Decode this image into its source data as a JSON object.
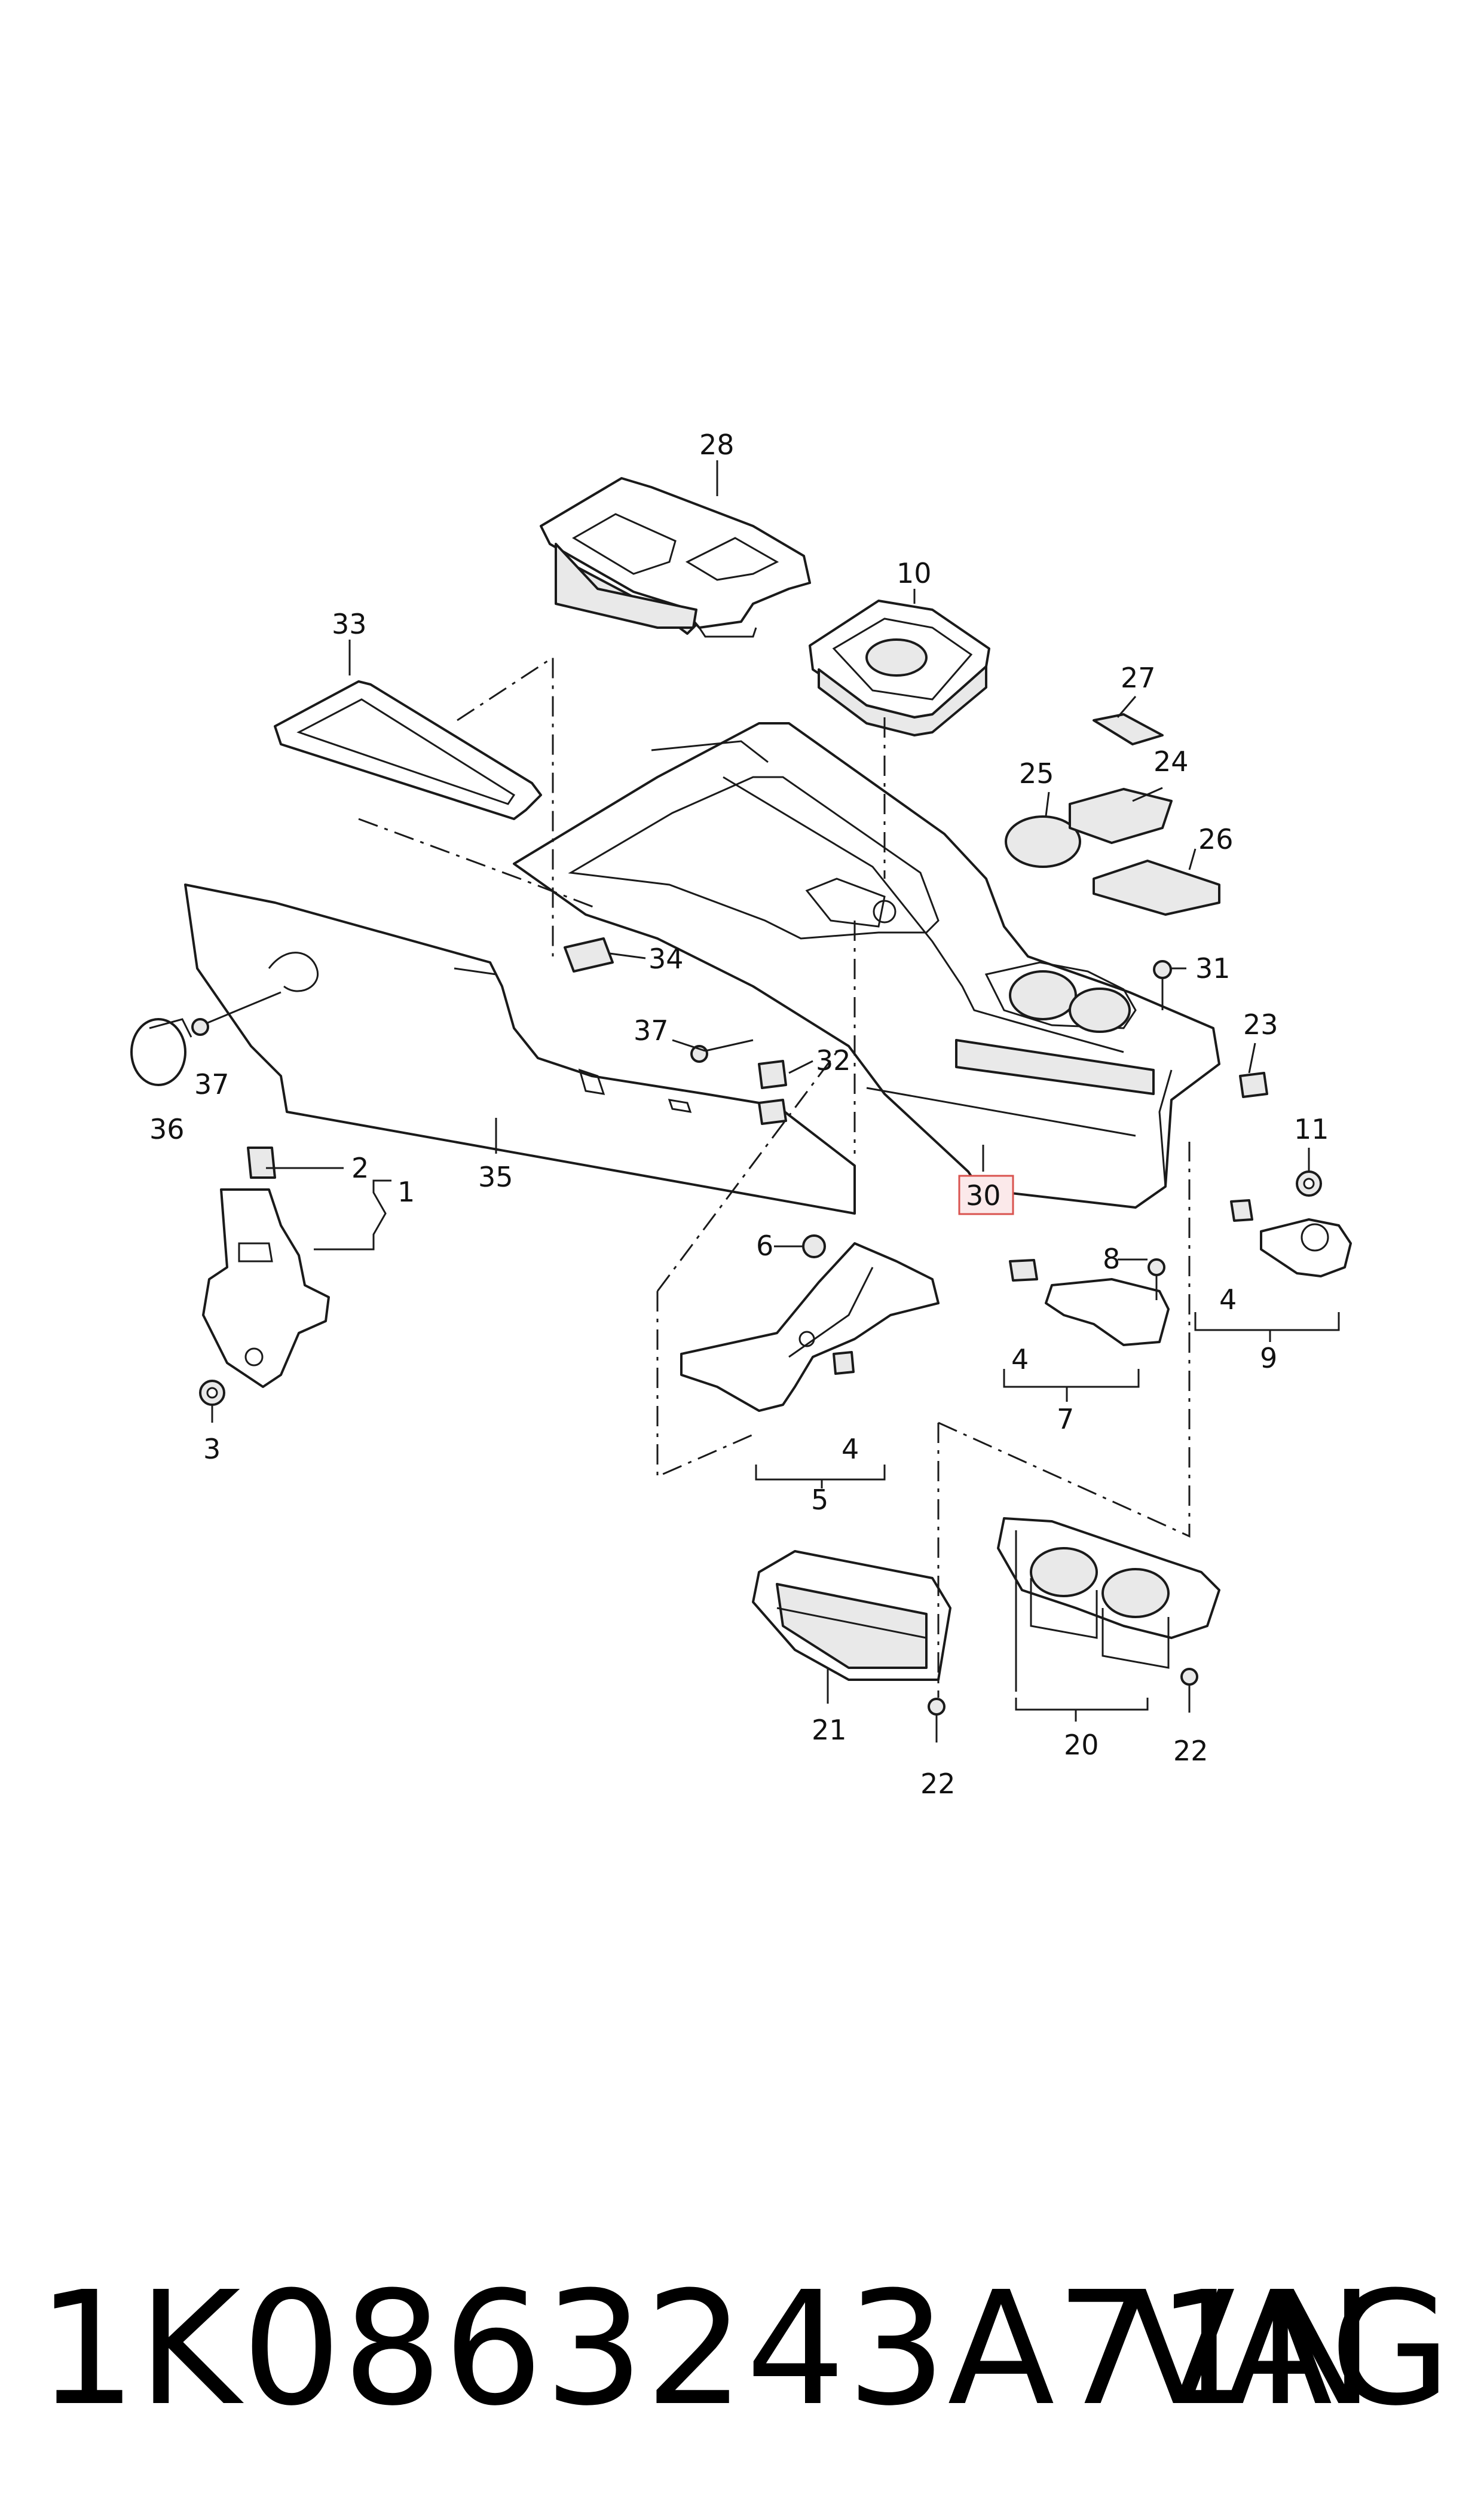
{
  "labels": {
    "l1": "1",
    "l2": "2",
    "l3": "3",
    "l4a": "4",
    "l4b": "4",
    "l4c": "4",
    "l5": "5",
    "l6": "6",
    "l7": "7",
    "l8": "8",
    "l9": "9",
    "l10": "10",
    "l11": "11",
    "l20": "20",
    "l21": "21",
    "l22a": "22",
    "l22b": "22",
    "l23": "23",
    "l24": "24",
    "l25": "25",
    "l26": "26",
    "l27": "27",
    "l28": "28",
    "l30": "30",
    "l31": "31",
    "l32": "32",
    "l33": "33",
    "l34": "34",
    "l35": "35",
    "l36": "36",
    "l37a": "37",
    "l37b": "37"
  },
  "highlight_part": "30",
  "highlight_color": "#d9534f",
  "footer": {
    "part_number": "1K0863243A71N",
    "brand": "VAG"
  }
}
